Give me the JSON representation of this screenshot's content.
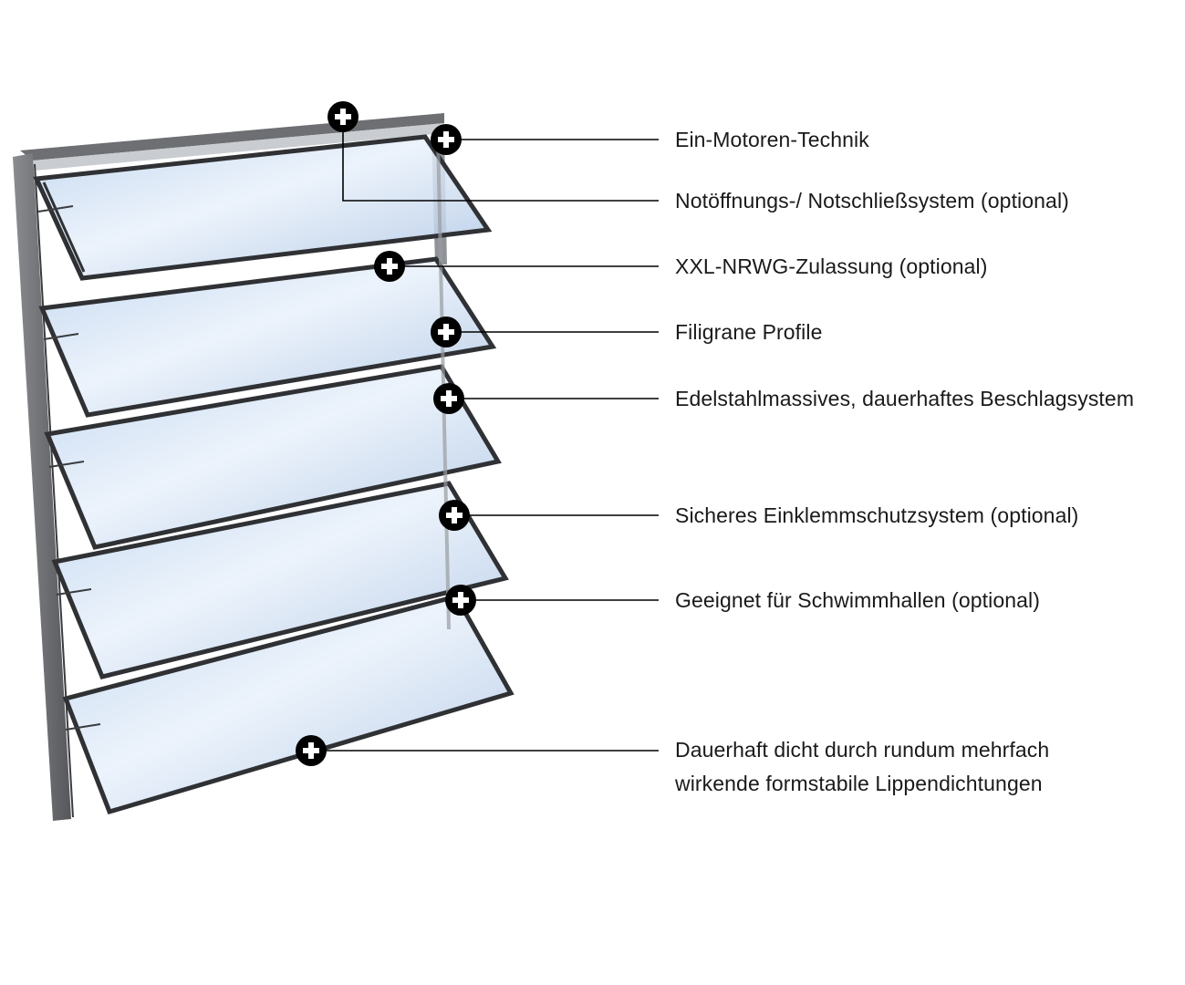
{
  "features": [
    {
      "id": "ein-motoren-technik",
      "lines": [
        "Ein-Motoren-Technik"
      ]
    },
    {
      "id": "notoeffnungs-system",
      "lines": [
        "Notöffnungs-/ Notschließsystem (optional)"
      ]
    },
    {
      "id": "xxl-nrwg",
      "lines": [
        "XXL-NRWG-Zulassung (optional)"
      ]
    },
    {
      "id": "filigrane-profile",
      "lines": [
        "Filigrane Profile"
      ]
    },
    {
      "id": "beschlagsystem",
      "lines": [
        "Edelstahlmassives, dauerhaftes Beschlagsystem"
      ]
    },
    {
      "id": "einklemmschutz",
      "lines": [
        "Sicheres Einklemmschutzsystem (optional)"
      ]
    },
    {
      "id": "schwimmhallen",
      "lines": [
        "Geeignet für Schwimmhallen (optional)"
      ]
    },
    {
      "id": "lippendichtungen",
      "lines": [
        "Dauerhaft dicht durch rundum mehrfach",
        "wirkende formstabile Lippendichtungen"
      ]
    }
  ],
  "colors": {
    "frame": "#5f6165",
    "frame_dark": "#2e3033",
    "glass": "#cfe0f3",
    "marker": "#000000",
    "leader": "#000000"
  }
}
